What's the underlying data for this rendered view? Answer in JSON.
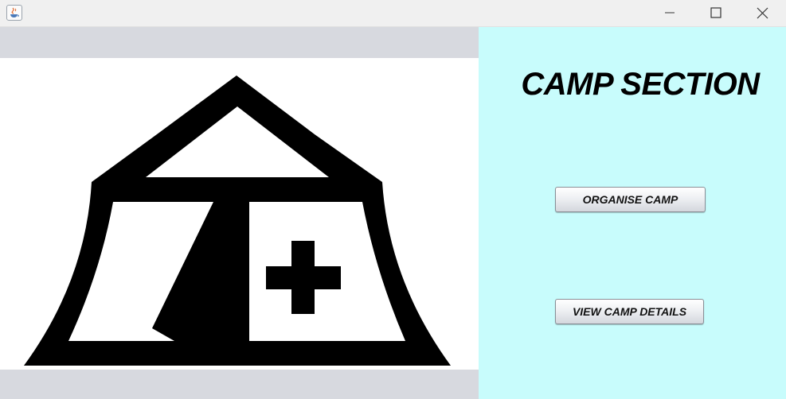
{
  "window": {
    "title": "",
    "icon": "java-cup-icon",
    "controls": [
      "minimize-icon",
      "maximize-icon",
      "close-icon"
    ]
  },
  "image": {
    "subject": "tent-with-medical-cross",
    "colors": {
      "fill": "#000000",
      "background": "#ffffff"
    }
  },
  "camp": {
    "title": "CAMP SECTION",
    "organise_label": "ORGANISE CAMP",
    "view_label": "VIEW CAMP DETAILS"
  },
  "colors": {
    "left_panel": "#d7d9df",
    "right_panel": "#c8fcfc",
    "titlebar": "#f0f0f0"
  }
}
